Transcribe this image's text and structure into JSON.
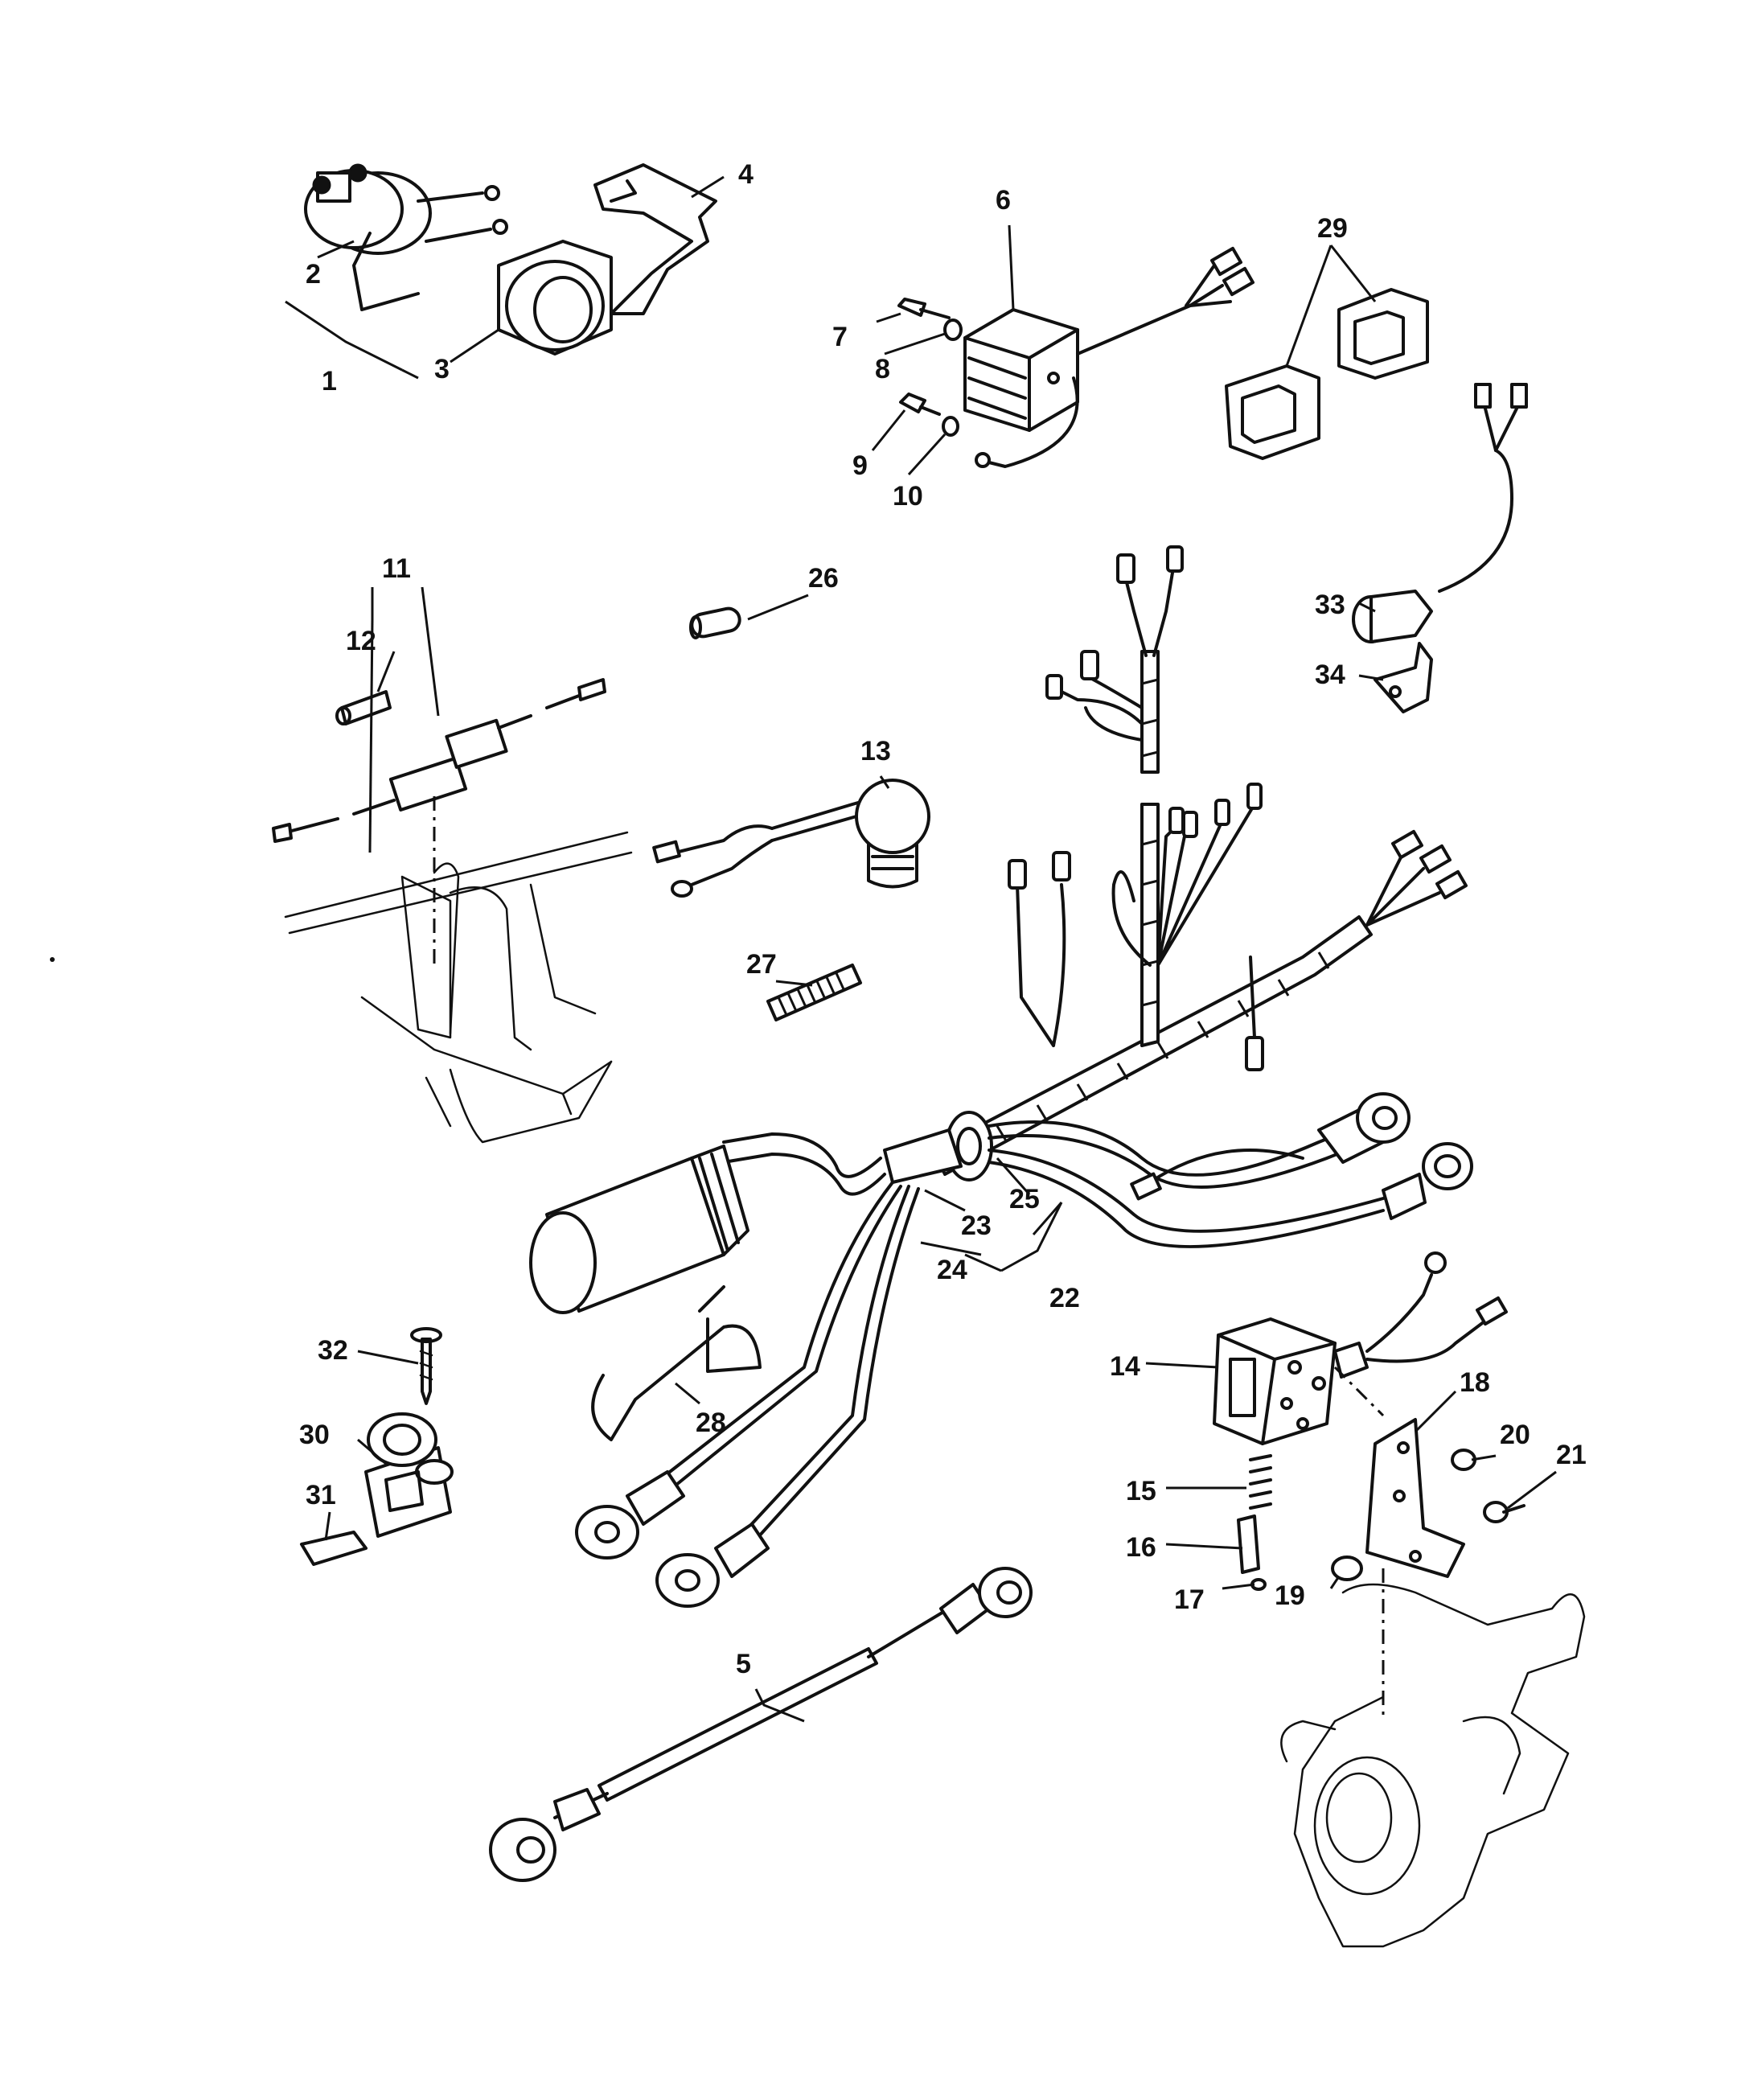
{
  "callouts": [
    "1",
    "2",
    "3",
    "4",
    "5",
    "6",
    "7",
    "8",
    "9",
    "10",
    "11",
    "12",
    "13",
    "14",
    "15",
    "16",
    "17",
    "18",
    "19",
    "20",
    "21",
    "22",
    "23",
    "24",
    "25",
    "26",
    "27",
    "28",
    "29",
    "30",
    "31",
    "32",
    "33",
    "34"
  ],
  "colors": {
    "ink": "#111111",
    "paper": "#ffffff"
  }
}
